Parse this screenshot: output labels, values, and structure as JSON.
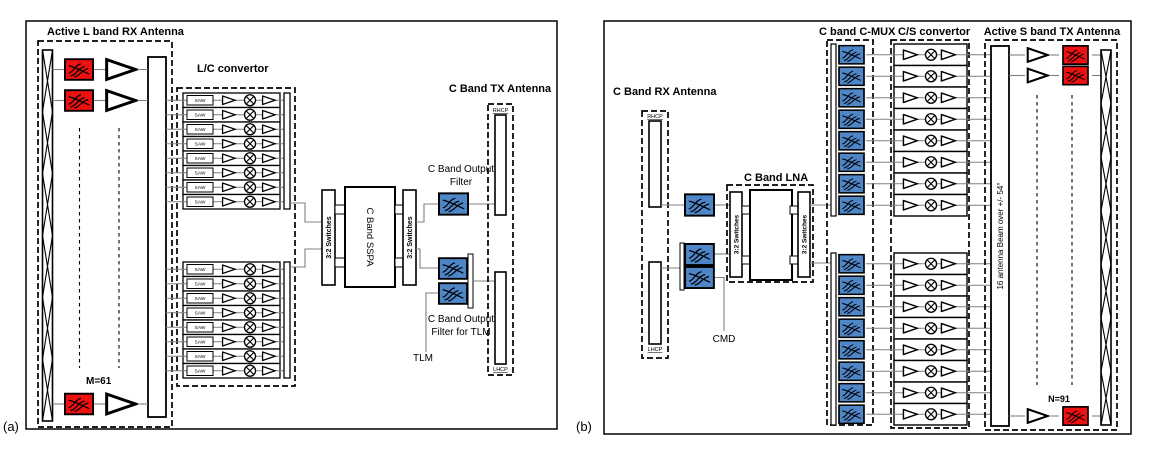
{
  "figure": {
    "caption_a": "(a)",
    "caption_b": "(b)",
    "background": "#ffffff"
  },
  "colors": {
    "red_filter": "#ee1111",
    "blue_filter": "#4f86c8",
    "signal_line": "#808080",
    "outline": "#000000"
  },
  "panel_a": {
    "rx_antenna": {
      "title": "Active  L band RX Antenna",
      "element_count_label": "M=61"
    },
    "lc_convertor": {
      "title": "L/C convertor",
      "saw_label": "SAW",
      "rows_per_group": 8,
      "group_count": 2
    },
    "switches_label": "3:2  Switches",
    "sspa_label": "C Band SSPA",
    "output_filter_label": {
      "line1": "C Band Output",
      "line2": "Filter"
    },
    "tlm_filter_label": {
      "line1": "C Band Output",
      "line2": "Filter for TLM"
    },
    "tlm_label": "TLM",
    "tx_antenna": {
      "title": "C Band TX Antenna",
      "rhcp_label": "RHCP",
      "lhcp_label": "LHCP"
    }
  },
  "panel_b": {
    "rx_antenna": {
      "title": "C Band RX Antenna",
      "rhcp_label": "RHCP",
      "lhcp_label": "LHCP"
    },
    "lna": {
      "title": "C Band LNA",
      "switches_label": "3:2  Switches"
    },
    "cmd_label": "CMD",
    "cmux": {
      "title": "C band C-MUX",
      "filters_per_group": 8,
      "group_count": 2
    },
    "cs_convertor": {
      "title": "C/S convertor",
      "rows_per_group": 8,
      "group_count": 2
    },
    "tx_antenna": {
      "title": "Active  S band TX Antenna",
      "beam_label": "16 antenna Beam over +/- 54°",
      "element_count_label": "N=91"
    }
  }
}
